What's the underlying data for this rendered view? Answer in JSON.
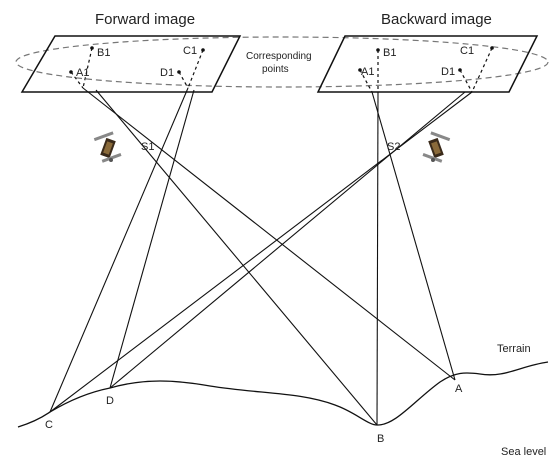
{
  "titles": {
    "forward": "Forward image",
    "backward": "Backward image"
  },
  "annotation": {
    "line1": "Corresponding",
    "line2": "points"
  },
  "forward_image_points": {
    "a": "A1",
    "b": "B1",
    "c": "C1",
    "d": "D1"
  },
  "backward_image_points": {
    "a": "A1",
    "b": "B1",
    "c": "C1",
    "d": "D1"
  },
  "perspective_centers": {
    "s1": "S1",
    "s2": "S2"
  },
  "ground_points": {
    "a": "A",
    "b": "B",
    "c": "C",
    "d": "D"
  },
  "surfaces": {
    "terrain": "Terrain",
    "sea_level": "Sea level"
  },
  "icons": [
    "satellite-icon",
    "satellite-icon"
  ]
}
